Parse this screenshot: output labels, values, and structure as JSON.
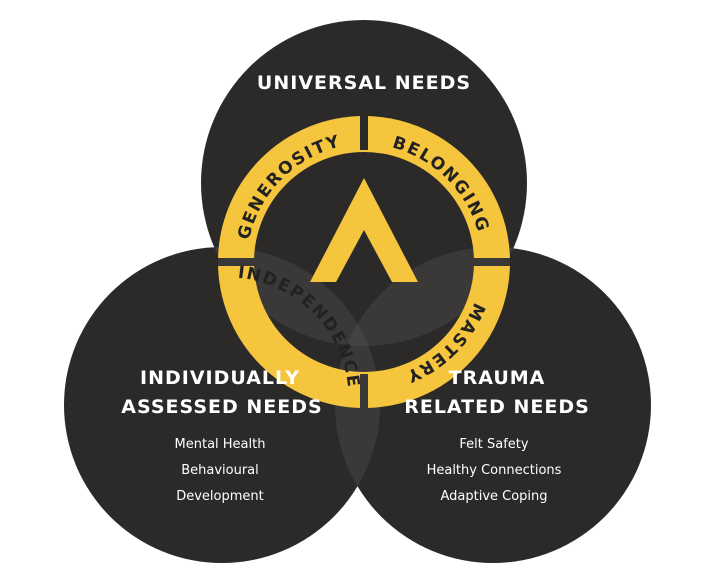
{
  "colors": {
    "circle": "#2b2a29",
    "overlap": "#3a3938",
    "ring": "#f5c53d",
    "ring_text": "#222222",
    "text": "#ffffff"
  },
  "circles": {
    "universal": {
      "title": "UNIVERSAL NEEDS"
    },
    "individual": {
      "title_line1": "INDIVIDUALLY",
      "title_line2": "ASSESSED NEEDS",
      "items": [
        "Mental Health",
        "Behavioural",
        "Development"
      ]
    },
    "trauma": {
      "title_line1": "TRAUMA",
      "title_line2": "RELATED NEEDS",
      "items": [
        "Felt Safety",
        "Healthy Connections",
        "Adaptive Coping"
      ]
    }
  },
  "ring": {
    "words": [
      "GENEROSITY",
      "BELONGING",
      "MASTERY",
      "INDEPENDENCE"
    ],
    "logo_icon": "chevron-up-logo-icon"
  }
}
